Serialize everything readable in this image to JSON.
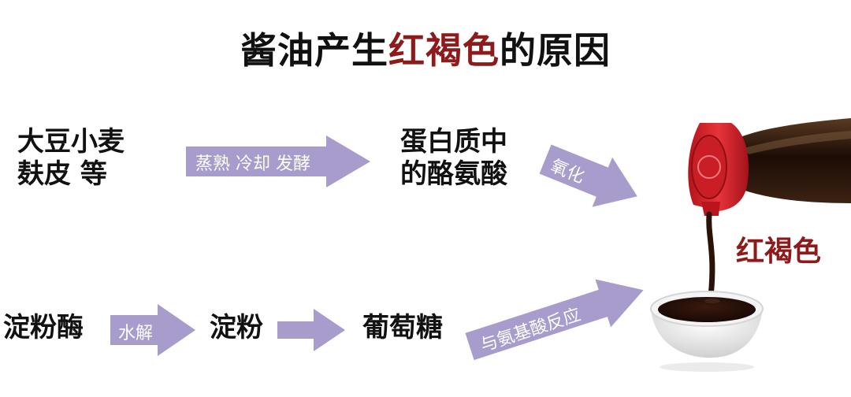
{
  "title": {
    "before": "酱油产生",
    "highlight": "红褐色",
    "after": "的原因"
  },
  "row1": {
    "source": [
      "大豆小麦",
      "麸皮 等"
    ],
    "step1": "蒸熟 冷却 发酵",
    "intermediate": [
      "蛋白质中",
      "的酪氨酸"
    ],
    "step2": "氧化"
  },
  "row2": {
    "source": "淀粉酶",
    "step1": "水解",
    "starch": "淀粉",
    "glucose": "葡萄糖",
    "step2": "与氨基酸反应"
  },
  "result": "红褐色",
  "colors": {
    "arrow": "#a79ccc",
    "highlight": "#8e1b1b",
    "soy_sauce": "#2a1208",
    "cap": "#d8232a"
  },
  "icons": [
    "soy-sauce-bottle-icon",
    "sauce-dish-icon"
  ]
}
